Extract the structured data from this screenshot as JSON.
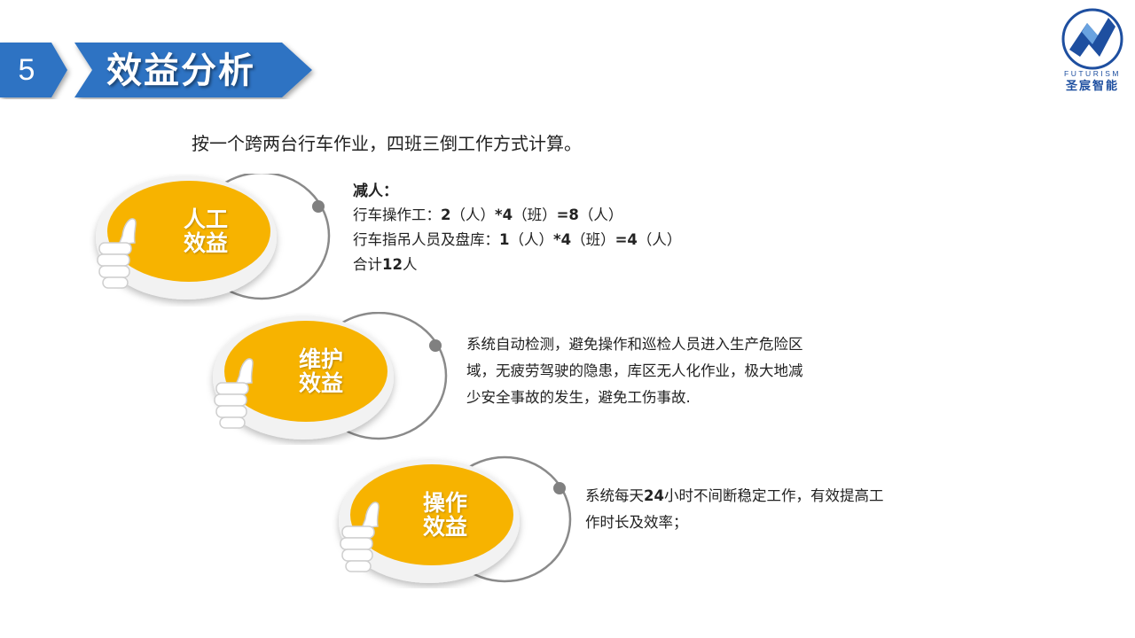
{
  "header": {
    "number": "5",
    "title": "效益分析",
    "color": "#2f73c3"
  },
  "logo": {
    "en": "FUTURISM",
    "cn": "圣宸智能",
    "color": "#1e4fa0",
    "icon": "futurism-logo-icon"
  },
  "intro": "按一个跨两台行车作业，四班三倒工作方式计算。",
  "accent": "#f7b300",
  "badges": [
    {
      "label_line1": "人工",
      "label_line2": "效益",
      "icon": "thumbs-up-icon"
    },
    {
      "label_line1": "维护",
      "label_line2": "效益",
      "icon": "thumbs-up-icon"
    },
    {
      "label_line1": "操作",
      "label_line2": "效益",
      "icon": "thumbs-up-icon"
    }
  ],
  "labor": {
    "heading": "减人：",
    "line1_prefix": "行车操作工：",
    "line1_a": "2",
    "line1_b": "（人）",
    "line1_c": "*4",
    "line1_d": "（班）",
    "line1_e": "=8",
    "line1_f": "（人）",
    "line2_prefix": "行车指吊人员及盘库：",
    "line2_a": "1",
    "line2_b": "（人）",
    "line2_c": "*4",
    "line2_d": "（班）",
    "line2_e": "=4",
    "line2_f": "（人）",
    "line3_prefix": "合计",
    "line3_num": "12",
    "line3_suffix": "人"
  },
  "maintenance": {
    "line1": "系统自动检测，避免操作和巡检人员进入生产危险区",
    "line2": "域，无疲劳驾驶的隐患，库区无人化作业，极大地减",
    "line3": "少安全事故的发生，避免工伤事故."
  },
  "operation": {
    "line1_a": "系统每天",
    "line1_num": "24",
    "line1_b": "小时不间断稳定工作，有效提高工",
    "line2": "作时长及效率；"
  }
}
